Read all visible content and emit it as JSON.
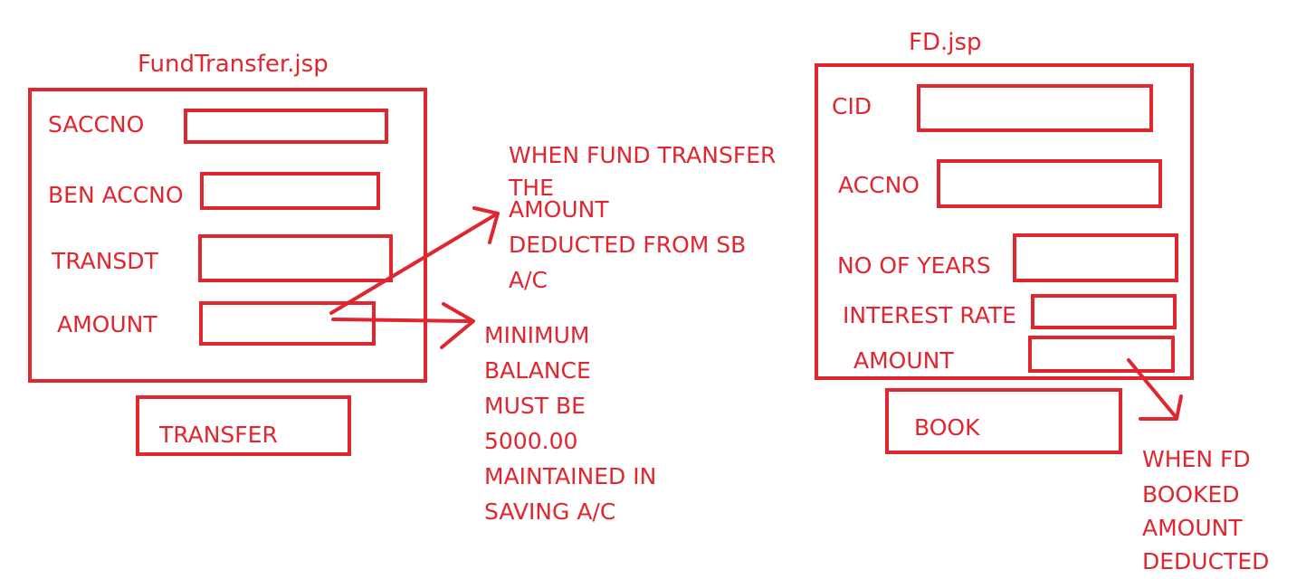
{
  "fund_transfer": {
    "title": "FundTransfer.jsp",
    "fields": {
      "saccno": "SACCNO",
      "ben_accno": "BEN ACCNO",
      "transdt": "TRANSDT",
      "amount": "AMOUNT"
    },
    "button_label": "TRANSFER"
  },
  "fd": {
    "title": "FD.jsp",
    "fields": {
      "cid": "CID",
      "accno": "ACCNO",
      "no_of_years": "NO OF YEARS",
      "interest_rate": "INTEREST RATE",
      "amount": "AMOUNT"
    },
    "button_label": "BOOK"
  },
  "notes": {
    "fund_transfer_deduct": [
      "WHEN FUND TRANSFER",
      "THE",
      "AMOUNT",
      "DEDUCTED FROM SB",
      "A/C"
    ],
    "min_balance": [
      "MINIMUM",
      "BALANCE",
      "MUST BE",
      "5000.00",
      "MAINTAINED IN",
      "SAVING A/C"
    ],
    "fd_deduct": [
      "WHEN FD",
      "BOOKED",
      "AMOUNT",
      "DEDUCTED"
    ]
  },
  "colors": {
    "ink": "#e0262e",
    "background": "#ffffff"
  }
}
